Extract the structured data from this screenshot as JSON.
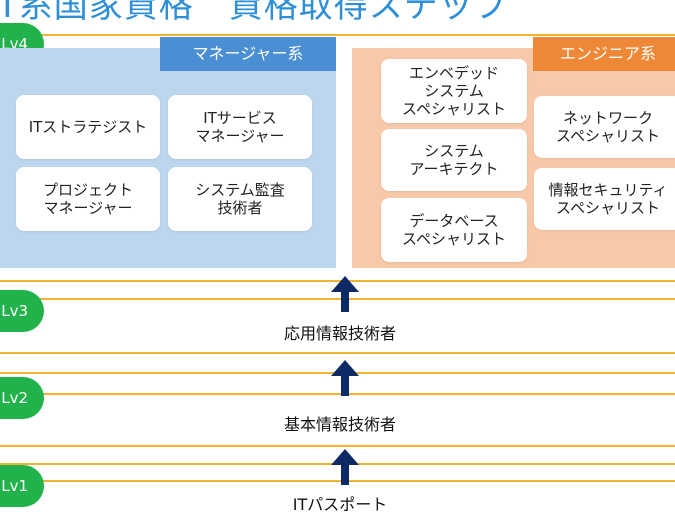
{
  "title": "IT系国家資格　資格取得ステップ",
  "colors": {
    "accent": "#2e8fd6",
    "level_badge": "#22b24c",
    "manager": "#4a8fd4",
    "engineer": "#ee8836",
    "arrow": "#0d2a66"
  },
  "levels": [
    "Lv4",
    "Lv3",
    "Lv2",
    "Lv1"
  ],
  "manager": {
    "header": "マネージャー系",
    "items": [
      "ITストラテジスト",
      "ITサービス\nマネージャー",
      "プロジェクト\nマネージャー",
      "システム監査\n技術者"
    ]
  },
  "engineer": {
    "header": "エンジニア系",
    "items": [
      "エンベデッド\nシステム\nスペシャリスト",
      "ネットワーク\nスペシャリスト",
      "システム\nアーキテクト",
      "情報セキュリティ\nスペシャリスト",
      "データベース\nスペシャリスト"
    ]
  },
  "lv3_label": "応用情報技術者",
  "lv2_label": "基本情報技術者",
  "lv1_label": "ITパスポート"
}
